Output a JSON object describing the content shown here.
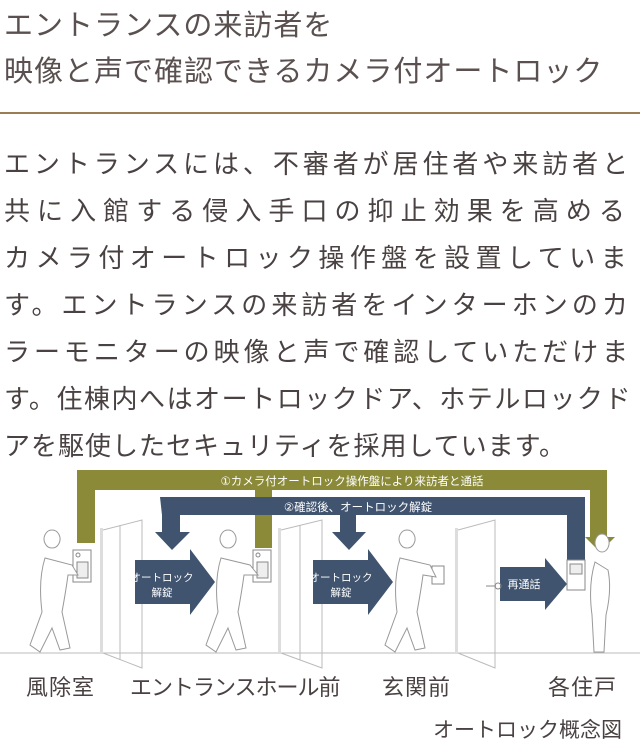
{
  "title": {
    "line1": "エントランスの来訪者を",
    "line2": "映像と声で確認できるカメラ付オートロック"
  },
  "body": [
    "エントランスには、不審者が居住者や来訪者と",
    "共に入館する侵入手口の抑止効果を高める",
    "カメラ付オートロック操作盤を設置していま",
    "す。エントランスの来訪者をインターホンのカ",
    "ラーモニターの映像と声で確認していただけま",
    "す。住棟内へはオートロックドア、ホテルロックド",
    "アを駆使したセキュリティを採用しています。"
  ],
  "diagram": {
    "step1": "①カメラ付オートロック操作盤により来訪者と通話",
    "step2": "②確認後、オートロック解錠",
    "unlock1": [
      "オートロック",
      "解錠"
    ],
    "unlock2": [
      "オートロック",
      "解錠"
    ],
    "recall": "再通話",
    "locations": [
      "風除室",
      "エントランスホール前",
      "玄関前",
      "各住戸"
    ],
    "caption": "オートロック概念図",
    "colors": {
      "olive": "#8a8a38",
      "navy": "#405470",
      "rule": "#9c7c52"
    }
  }
}
